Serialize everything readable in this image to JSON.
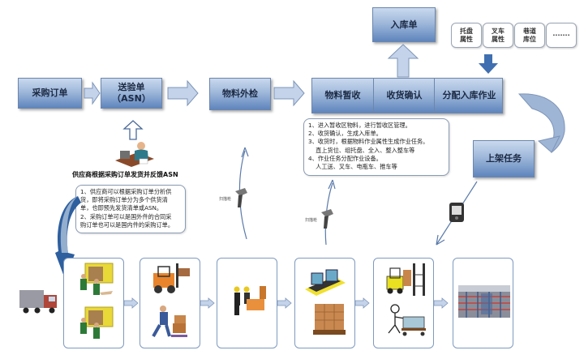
{
  "flow": {
    "purchase_order": "采购订单",
    "delivery_note_line1": "送验单",
    "delivery_note_line2": "（ASN）",
    "material_inspection": "物料外检",
    "receiving_group": {
      "temp_receive": "物料暂收",
      "receipt_confirm": "收货确认",
      "assign_putaway": "分配入库作业"
    },
    "inbound_order": "入库单",
    "shelving_task": "上架任务"
  },
  "attributes": [
    {
      "line1": "托盘",
      "line2": "属性"
    },
    {
      "line1": "叉车",
      "line2": "属性"
    },
    {
      "line1": "巷道",
      "line2": "库位"
    },
    {
      "line1": "·······",
      "line2": ""
    }
  ],
  "supplier_caption": "供应商根据采购订单发货并反馈ASN",
  "supplier_note": [
    "1、供应商可以根据采购订单分析供",
    "货，即将采购订单分为多个供货清",
    "单，也即预先发货清单或ASN。",
    "2、采购订单可以是国外件的合同采",
    "购订单也可以是国内件的采购订单。"
  ],
  "receiving_note": [
    "1、进入暂收区物料，进行暂收区管理。",
    "2、收货确认，生成入库单。",
    "3、收货时，根据物料作业属性生成作业任务。",
    "    直上货位、组托盘、全入、整入整车等",
    "4、作业任务分配作业设备。",
    "    人工送、叉车、电瓶车、推车等"
  ],
  "scanner_label": "扫描枪",
  "stages": [
    {
      "name": "unloading",
      "icons": [
        "truck-unloading-icon",
        "truck-unloading-icon"
      ]
    },
    {
      "name": "transport",
      "icons": [
        "forklift-icon",
        "hand-truck-worker-icon"
      ]
    },
    {
      "name": "inspection",
      "icons": [
        "inspectors-at-desk-icon"
      ]
    },
    {
      "name": "staging",
      "icons": [
        "staging-pallets-icon",
        "boxed-pallet-icon"
      ]
    },
    {
      "name": "putaway",
      "icons": [
        "reach-forklift-rack-icon",
        "cart-worker-icon"
      ]
    },
    {
      "name": "storage",
      "icons": [
        "warehouse-racks-photo"
      ]
    }
  ],
  "colors": {
    "box_top": "#c9d9ee",
    "box_bottom": "#5f85bd",
    "arrow_fill": "#c4d3ea",
    "arrow_stroke": "#7d95b8",
    "dark_arrow": "#3f6fb0",
    "panel_border": "#7f9ac0"
  }
}
